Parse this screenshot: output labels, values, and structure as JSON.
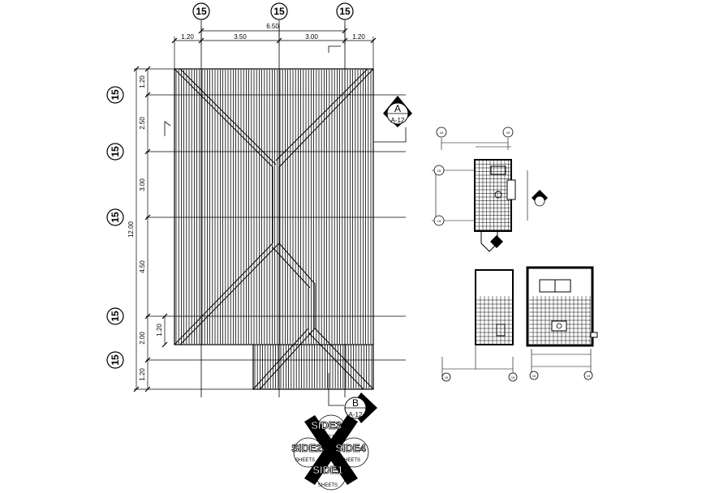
{
  "grid_labels": {
    "top": [
      "15",
      "15",
      "15"
    ],
    "left": [
      "15",
      "15",
      "15",
      "15",
      "15"
    ]
  },
  "dimensions": {
    "top_total": "6.50",
    "top_segments": [
      "1.20",
      "3.50",
      "3.00",
      "1.20"
    ],
    "left_total": "12.00",
    "left_segments": [
      "1.20",
      "2.50",
      "3.00",
      "4.50",
      "2.00",
      "1.20"
    ],
    "left_inner": "1.20"
  },
  "section_markers": [
    {
      "letter": "A",
      "sheet": "A-12"
    },
    {
      "letter": "B",
      "sheet": "A-12"
    }
  ],
  "side_labels": {
    "side3": "SIDE3",
    "side2": "SIDE2",
    "side4": "SIDE4",
    "side1": "SIDE1",
    "sheet": "SHEETS"
  },
  "detail_labels": {
    "bath_plan_top": [
      "15",
      "15"
    ],
    "bath_plan_left": [
      "15",
      "15"
    ],
    "bottom_left": [
      "15",
      "15"
    ],
    "bottom_right": [
      "15",
      "15"
    ]
  }
}
